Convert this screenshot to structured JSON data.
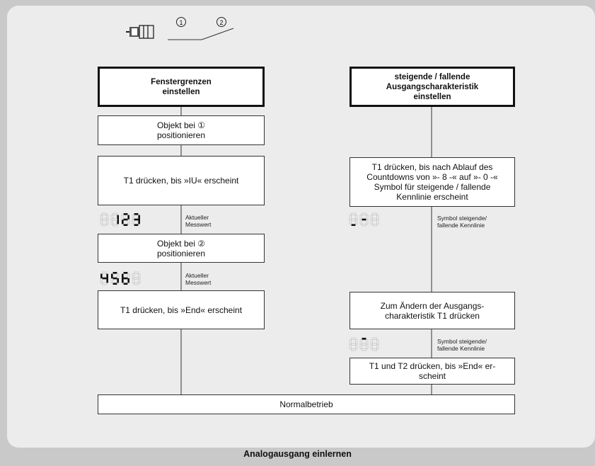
{
  "caption": "Analogausgang einlernen",
  "legend": {
    "marker1": "1",
    "marker2": "2"
  },
  "left": {
    "header": "Fenstergrenzen\neinstellen",
    "step1": "Objekt bei ① \npositionieren",
    "step2": "T1 drücken, bis »IU« erscheint",
    "display1": {
      "digits": [
        "",
        "1",
        "2",
        "3"
      ],
      "note": "Aktueller\nMesswert"
    },
    "step3": "Objekt bei ②\npositionieren",
    "display2": {
      "digits": [
        "4",
        "5",
        "6",
        ""
      ],
      "note": "Aktueller\nMesswert"
    },
    "step4": "T1 drücken, bis  »End« erscheint"
  },
  "right": {
    "header": "steigende / fallende\nAusgangscharakteristik\neinstellen",
    "step1": "T1 drücken, bis nach Ablauf des\nCountdowns von »- 8 -« auf »- 0 -«\nSymbol für steigende / fallende\nKennlinie erscheint",
    "display1": {
      "note": "Symbol steigende/\nfallende Kennlinie"
    },
    "step2": "Zum Ändern der Ausgangs-\ncharakteristik T1 drücken",
    "display2": {
      "note": "Symbol steigende/\nfallende Kennlinie"
    },
    "step3": "T1 und T2 drücken, bis  »End« er-\nscheint"
  },
  "bottom": "Normalbetrieb",
  "colors": {
    "background": "#c9c9c9",
    "panel": "#ececec",
    "line": "#333333",
    "segment_off": "#c8c8c8",
    "segment_on": "#111111"
  }
}
